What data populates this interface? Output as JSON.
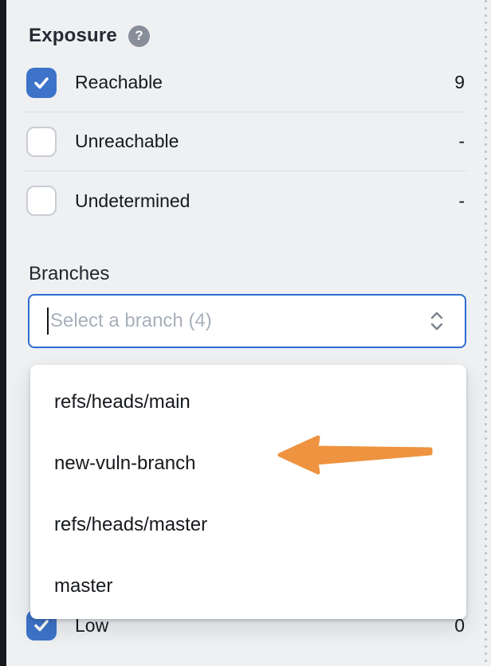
{
  "colors": {
    "accent_blue": "#3d73c9",
    "input_border_blue": "#2e6cd1",
    "arrow_orange": "#ee9340",
    "background_gray": "#eef0f2",
    "dropdown_background": "#ffffff",
    "help_icon_gray": "#878e99"
  },
  "exposure": {
    "title": "Exposure",
    "items": [
      {
        "label": "Reachable",
        "count": "9",
        "checked": true
      },
      {
        "label": "Unreachable",
        "count": "-",
        "checked": false
      },
      {
        "label": "Undetermined",
        "count": "-",
        "checked": false
      }
    ]
  },
  "branches": {
    "title": "Branches",
    "placeholder": "Select a branch (4)",
    "options": [
      "refs/heads/main",
      "new-vuln-branch",
      "refs/heads/master",
      "master"
    ]
  },
  "severity": {
    "partial_item": {
      "label": "Low",
      "count": "0",
      "checked": true
    }
  }
}
